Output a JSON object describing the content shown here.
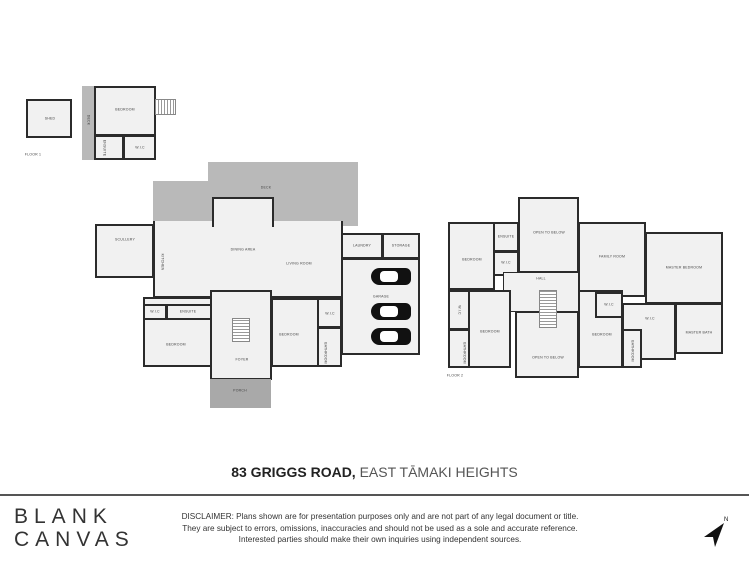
{
  "plan": {
    "annex": {
      "rooms": [
        "SHED",
        "BEDROOM",
        "DECK",
        "ENSUITE",
        "W.I.C"
      ],
      "floor_label": "FLOOR 1"
    },
    "ground": {
      "rooms": [
        "DECK",
        "SCULLERY",
        "KITCHEN",
        "DINING AREA",
        "LIVING ROOM",
        "LAUNDRY",
        "STORAGE",
        "GARAGE",
        "W.I.C",
        "ENSUITE",
        "BEDROOM",
        "FOYER",
        "BEDROOM",
        "W.I.C",
        "BATHROOM",
        "PORCH"
      ]
    },
    "upper": {
      "rooms": [
        "BEDROOM",
        "ENSUITE",
        "W.I.C",
        "OPEN TO BELOW",
        "HALL",
        "FAMILY ROOM",
        "MASTER BEDROOM",
        "W.I.C",
        "BEDROOM",
        "OPEN TO BELOW",
        "BEDROOM",
        "W.I.C",
        "MASTER BATH",
        "W.I.C",
        "BATHROOM",
        "BATHROOM"
      ],
      "floor_label": "FLOOR 2"
    }
  },
  "address": {
    "street": "83 GRIGGS ROAD,",
    "suburb": " EAST TĀMAKI HEIGHTS"
  },
  "footer": {
    "logo_line1": "BLANK",
    "logo_line2": "CANVAS",
    "disclaimer": [
      "DISCLAIMER: Plans shown are for presentation purposes only and are not part of any legal document or title.",
      "They are subject to errors, omissions, inaccuracies and should not be used as a sole and accurate reference.",
      "Interested parties should make their own inquiries using independent sources."
    ],
    "north_icon": "north-arrow-icon"
  },
  "colors": {
    "wall": "#2b2b2b",
    "floor": "#f1f1f1",
    "deck": "#b9b9b9"
  }
}
